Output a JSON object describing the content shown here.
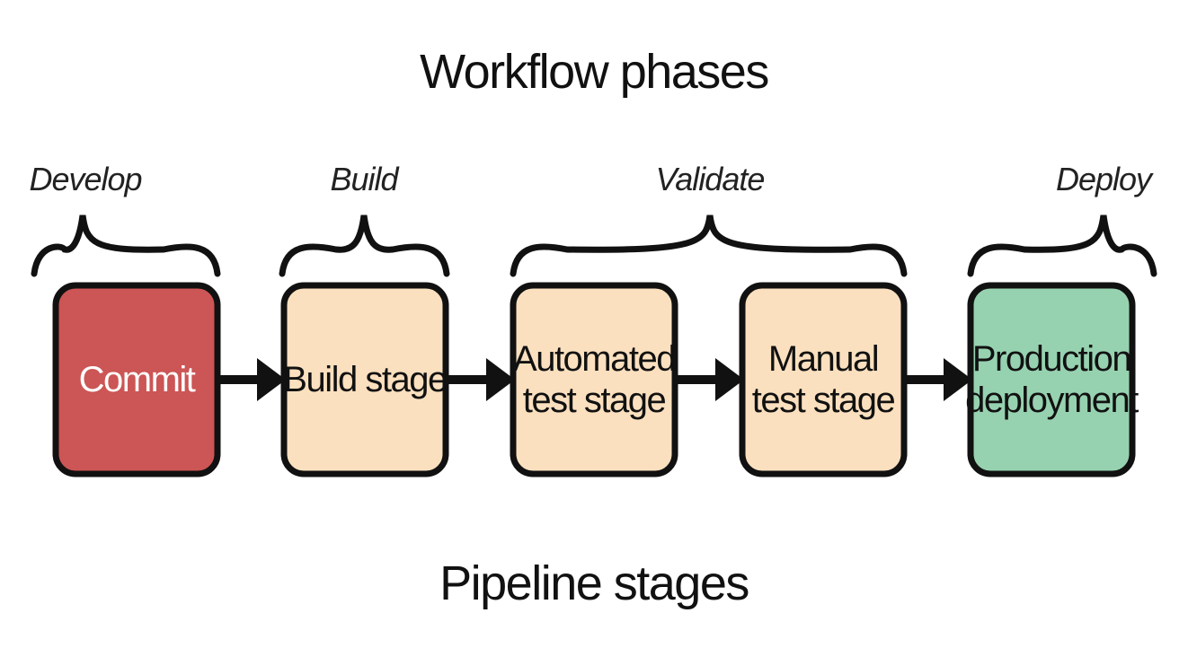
{
  "title": "Workflow phases",
  "footer": "Pipeline stages",
  "phases": [
    {
      "label": "Develop",
      "covers": [
        "Commit"
      ]
    },
    {
      "label": "Build",
      "covers": [
        "Build stage"
      ]
    },
    {
      "label": "Validate",
      "covers": [
        "Automated test stage",
        "Manual test stage"
      ]
    },
    {
      "label": "Deploy",
      "covers": [
        "Production deployment"
      ]
    }
  ],
  "stages": [
    {
      "lines": [
        "Commit"
      ],
      "fill": "#cc5555",
      "text_color": "#ffffff"
    },
    {
      "lines": [
        "Build stage"
      ],
      "fill": "#fbe0bf",
      "text_color": "#111111"
    },
    {
      "lines": [
        "Automated",
        "test stage"
      ],
      "fill": "#fbe0bf",
      "text_color": "#111111"
    },
    {
      "lines": [
        "Manual",
        "test stage"
      ],
      "fill": "#fbe0bf",
      "text_color": "#111111"
    },
    {
      "lines": [
        "Production",
        "deployment"
      ],
      "fill": "#97d2b0",
      "text_color": "#111111"
    }
  ],
  "stroke_color": "#111111"
}
